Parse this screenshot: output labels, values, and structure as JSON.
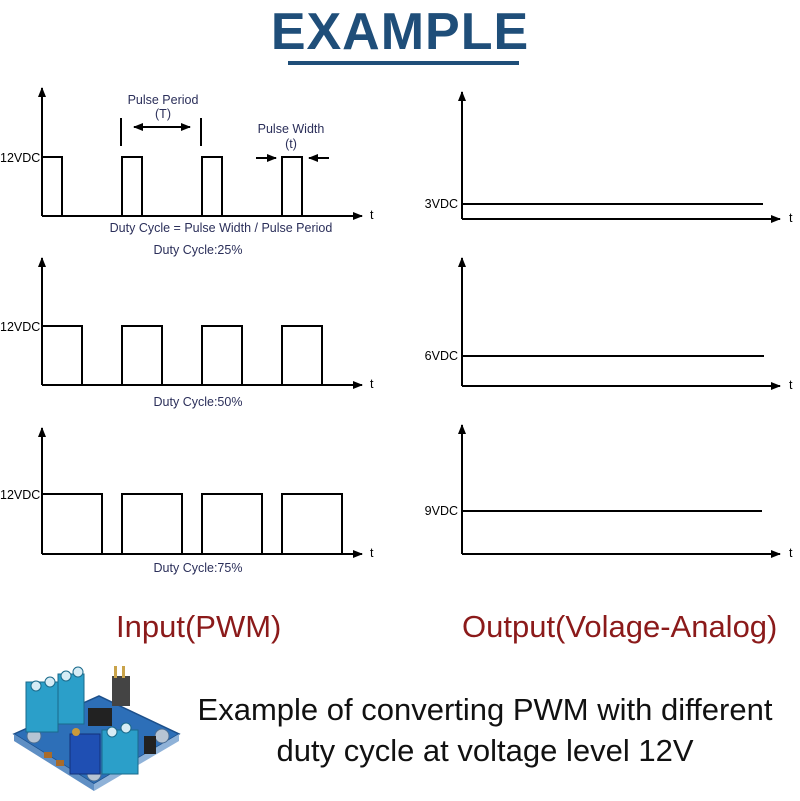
{
  "title": "EXAMPLE",
  "colors": {
    "title": "#1f4e79",
    "section": "#8b1a1a",
    "annotation": "#2b2f5a",
    "line": "#000000"
  },
  "annotations": {
    "pulse_period": "Pulse Period",
    "pulse_period_symbol": "(T)",
    "pulse_width": "Pulse Width",
    "pulse_width_symbol": "(t)",
    "formula": "Duty Cycle = Pulse Width / Pulse Period"
  },
  "sections": {
    "input": "Input(PWM)",
    "output": "Output(Volage-Analog)"
  },
  "caption": {
    "line1": "Example of converting PWM with different",
    "line2": "duty cycle at voltage level 12V"
  },
  "board_icon": "pwm-to-voltage-module-icon",
  "chart_data": [
    {
      "type": "line",
      "title": "Duty Cycle:25%",
      "xlabel": "t",
      "ylabel_tick": "12VDC",
      "level_v": 12,
      "duty_cycle": 0.25,
      "pulses": 4,
      "kind": "pwm-input"
    },
    {
      "type": "line",
      "title": "Duty Cycle:50%",
      "xlabel": "t",
      "ylabel_tick": "12VDC",
      "level_v": 12,
      "duty_cycle": 0.5,
      "pulses": 4,
      "kind": "pwm-input"
    },
    {
      "type": "line",
      "title": "Duty Cycle:75%",
      "xlabel": "t",
      "ylabel_tick": "12VDC",
      "level_v": 12,
      "duty_cycle": 0.75,
      "pulses": 4,
      "kind": "pwm-input"
    },
    {
      "type": "line",
      "xlabel": "t",
      "ylabel_tick": "3VDC",
      "level_v": 3,
      "kind": "analog-output"
    },
    {
      "type": "line",
      "xlabel": "t",
      "ylabel_tick": "6VDC",
      "level_v": 6,
      "kind": "analog-output"
    },
    {
      "type": "line",
      "xlabel": "t",
      "ylabel_tick": "9VDC",
      "level_v": 9,
      "kind": "analog-output"
    }
  ]
}
